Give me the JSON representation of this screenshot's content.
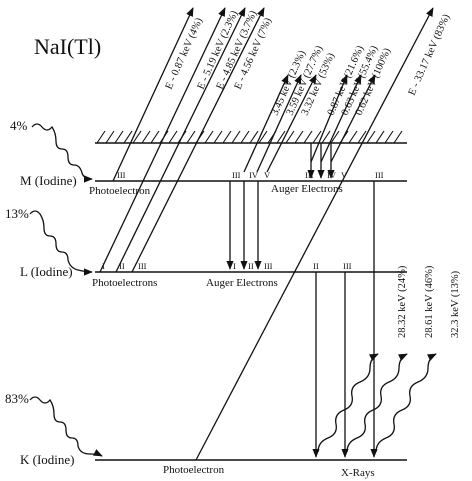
{
  "title": "NaI(Tl)",
  "percent_labels": {
    "m": "4%",
    "l": "13%",
    "k": "83%"
  },
  "levels": {
    "m": "M  (Iodine)",
    "l": "L  (Iodine)",
    "k": "K  (Iodine)"
  },
  "sublevels": {
    "m_iii": "III",
    "m_auger_iii": "III",
    "m_auger_iv": "IV",
    "m_auger_v": "V",
    "m_auger_iii_b": "III",
    "m_auger_iv_b": "IV",
    "m_auger_v_b": "V",
    "m_right_iii": "III",
    "l_i": "I",
    "l_ii": "II",
    "l_iii": "III",
    "l_auger_i": "I",
    "l_auger_ii": "II",
    "l_auger_iii": "III",
    "l_right_ii": "II",
    "l_right_iii": "III"
  },
  "group_labels": {
    "m_photo": "Photoelectron",
    "m_auger": "Auger Electrons",
    "l_photo": "Photoelectrons",
    "l_auger": "Auger Electrons",
    "k_photo": "Photoelectron",
    "k_xrays": "X-Rays"
  },
  "energy_labels": {
    "e1": "E - 0.87 keV  (4%)",
    "e2": "E - 5.19 keV  (2.3%)",
    "e3": "E - 4.85 keV  (3.7%)",
    "e4": "E - 4.56 keV  (7%)",
    "a1": "3.45 keV  (2.3%)",
    "a2": "3.59 keV  (27.7%)",
    "a3": "3.32 keV  (53%)",
    "a4": "0.87 keV  (21.6%)",
    "a5": "0.63 keV  (55.4%)",
    "a6": "0.62 keV  (100%)",
    "ek": "E - 33.17 keV  (83%)"
  },
  "xray_labels": {
    "x1": "28.32 keV  (24%)",
    "x2": "28.61 keV  (46%)",
    "x3": "32.3 keV  (13%)"
  }
}
